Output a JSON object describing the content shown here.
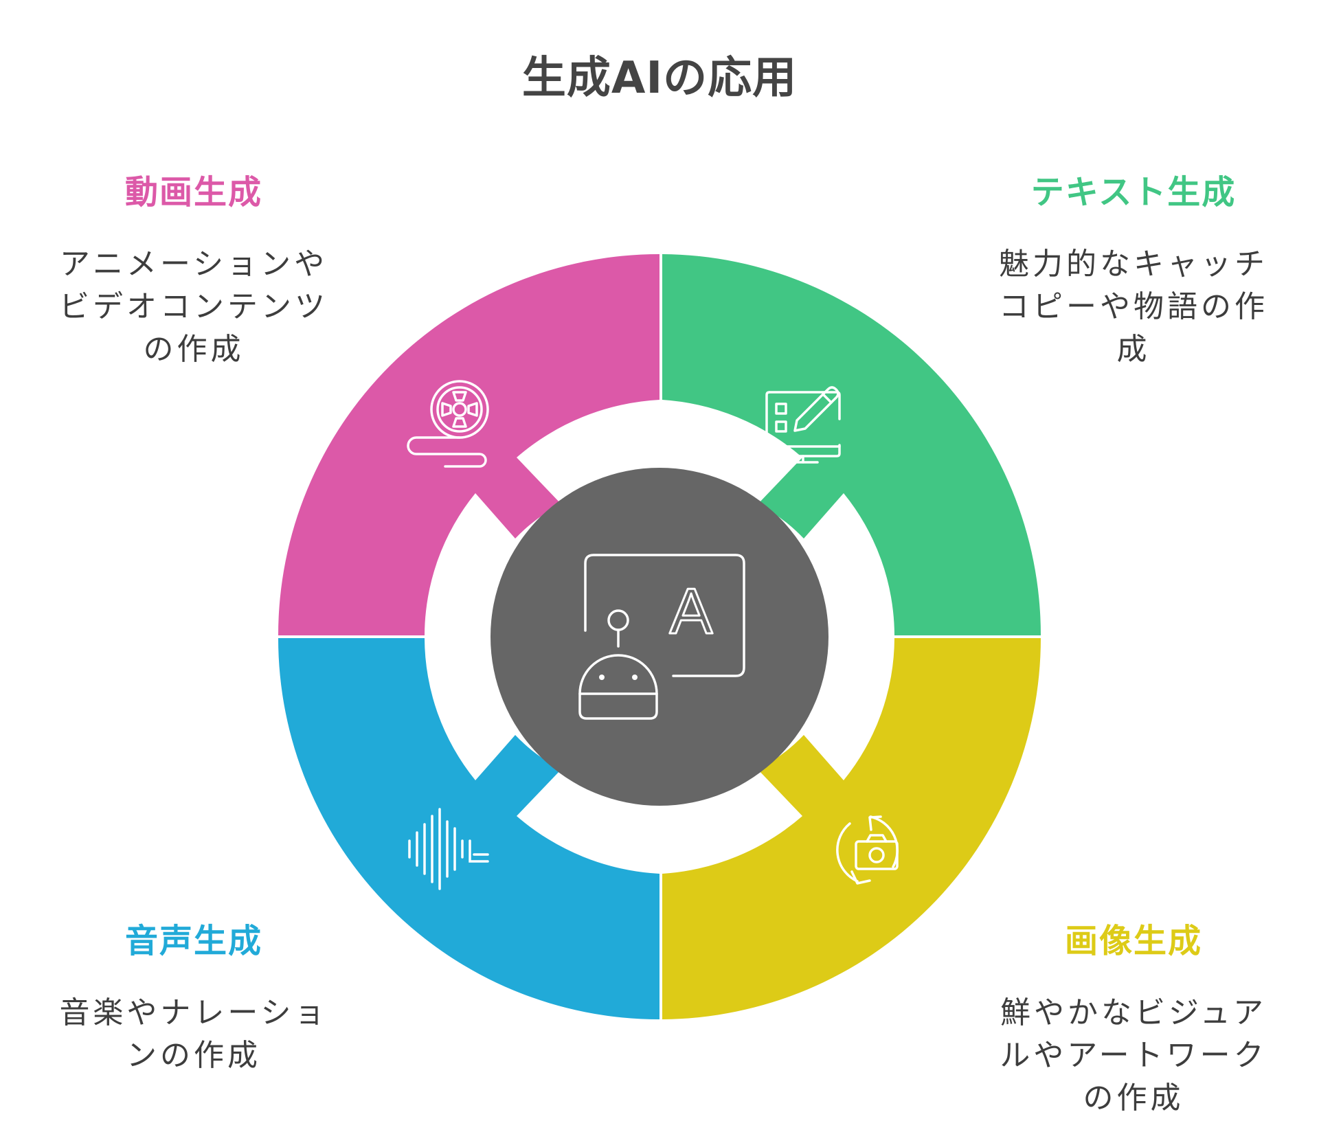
{
  "title": "生成AIの応用",
  "sections": {
    "video": {
      "heading": "動画生成",
      "lines": [
        "アニメーションや",
        "ビデオコンテンツ",
        "の作成"
      ],
      "color": "#DC59A8",
      "icon": "film-reel-icon"
    },
    "text": {
      "heading": "テキスト生成",
      "lines": [
        "魅力的なキャッチ",
        "コピーや物語の作",
        "成"
      ],
      "color": "#41C684",
      "icon": "monitor-pencil-icon"
    },
    "audio": {
      "heading": "音声生成",
      "lines": [
        "音楽やナレーショ",
        "ンの作成"
      ],
      "color": "#21AAD8",
      "icon": "sound-wave-icon"
    },
    "image": {
      "heading": "画像生成",
      "lines": [
        "鮮やかなビジュア",
        "ルやアートワーク",
        "の作成"
      ],
      "color": "#DDCB17",
      "icon": "camera-rotate-icon"
    }
  },
  "center": {
    "color": "#666666",
    "icon": "robot-screen-icon",
    "letter": "A"
  }
}
